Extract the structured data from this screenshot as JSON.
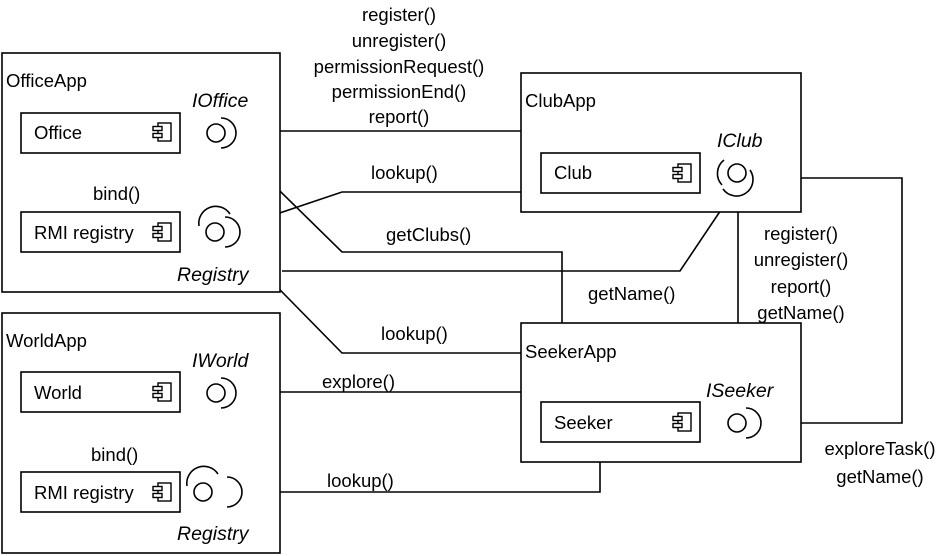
{
  "containers": {
    "office_app": "OfficeApp",
    "world_app": "WorldApp",
    "club_app": "ClubApp",
    "seeker_app": "SeekerApp"
  },
  "components": {
    "office": "Office",
    "office_rmi": "RMI registry",
    "world": "World",
    "world_rmi": "RMI registry",
    "club": "Club",
    "seeker": "Seeker"
  },
  "interfaces": {
    "ioffice": "IOffice",
    "registry_office": "Registry",
    "iworld": "IWorld",
    "registry_world": "Registry",
    "iclub": "IClub",
    "iseeker": "ISeeker"
  },
  "labels": {
    "office_ops": [
      "register()",
      "unregister()",
      "permissionRequest()",
      "permissionEnd()",
      "report()"
    ],
    "bind_office": "bind()",
    "bind_world": "bind()",
    "lookup_club": "lookup()",
    "get_clubs": "getClubs()",
    "get_name": "getName()",
    "lookup_seeker": "lookup()",
    "explore": "explore()",
    "lookup_world": "lookup()",
    "club_ops": [
      "register()",
      "unregister()",
      "report()",
      "getName()"
    ],
    "seeker_ops": [
      "exploreTask()",
      "getName()"
    ]
  },
  "colors": {
    "stroke": "#000000",
    "background": "#ffffff"
  }
}
